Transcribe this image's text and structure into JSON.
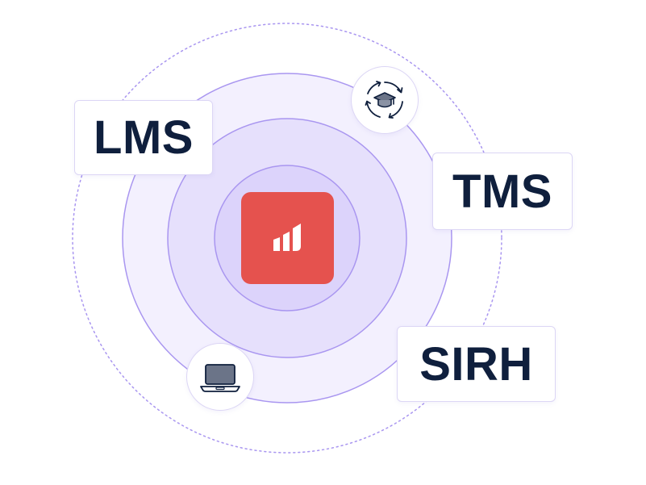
{
  "labels": {
    "lms": "LMS",
    "tms": "TMS",
    "sirh": "SIRH"
  },
  "icons": {
    "top": "graduation-cap-cycle-icon",
    "bottom": "laptop-icon",
    "center": "bar-chart-logo-icon"
  },
  "colors": {
    "logo_bg": "#e5524e",
    "text": "#0f1f3d",
    "ring_stroke": "#a996f0",
    "ring_fill_outer": "#f3f0fe",
    "ring_fill_middle": "#e6e0fc",
    "ring_fill_inner": "#dcd3fb"
  }
}
